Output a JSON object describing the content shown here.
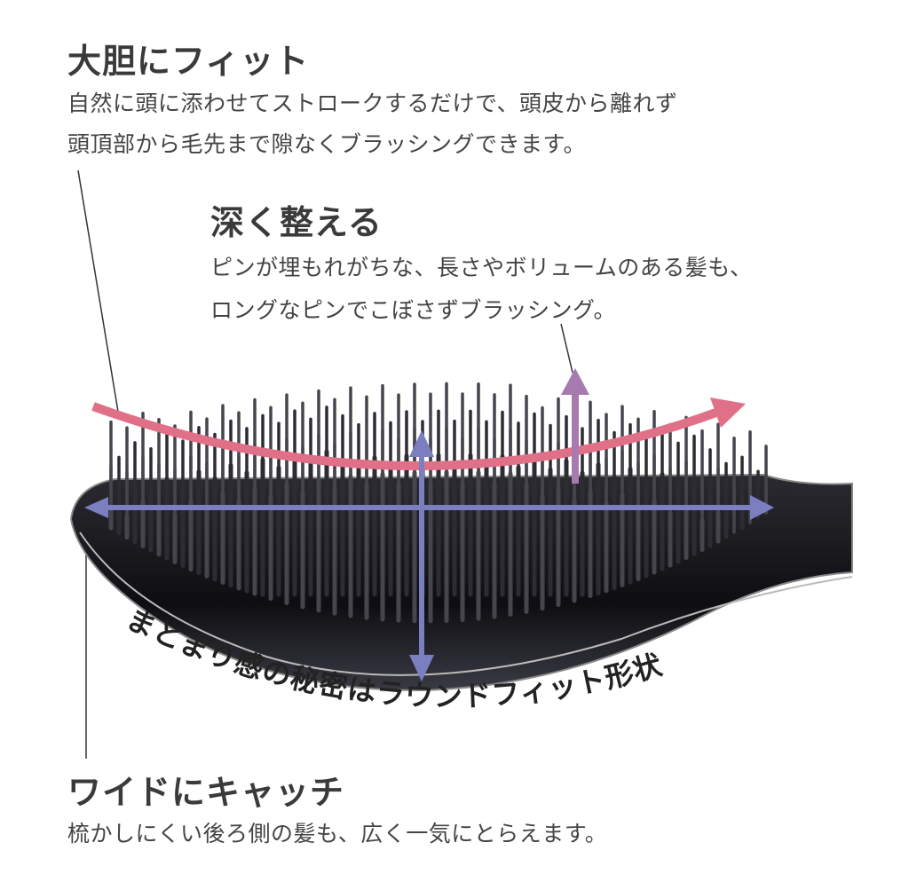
{
  "sections": [
    {
      "title": "大胆にフィット",
      "lines": [
        "自然に頭に添わせてストロークするだけで、頭皮から離れず",
        "頭頂部から毛先まで隙なくブラッシングできます。"
      ]
    },
    {
      "title": "深く整える",
      "lines": [
        "ピンが埋もれがちな、長さやボリュームのある髪も、",
        "ロングなピンでこぼさずブラッシング。"
      ]
    },
    {
      "title": "ワイドにキャッチ",
      "lines": [
        "梳かしにくい後ろ側の髪も、広く一気にとらえます。"
      ]
    }
  ],
  "curved_caption": "まとまり感の秘密はラウンドフィット形状",
  "colors": {
    "fit_arrow": "#e07088",
    "depth_arrow": "#a77bb0",
    "wide_arrow": "#7b7fc0",
    "brush": "#151518"
  }
}
